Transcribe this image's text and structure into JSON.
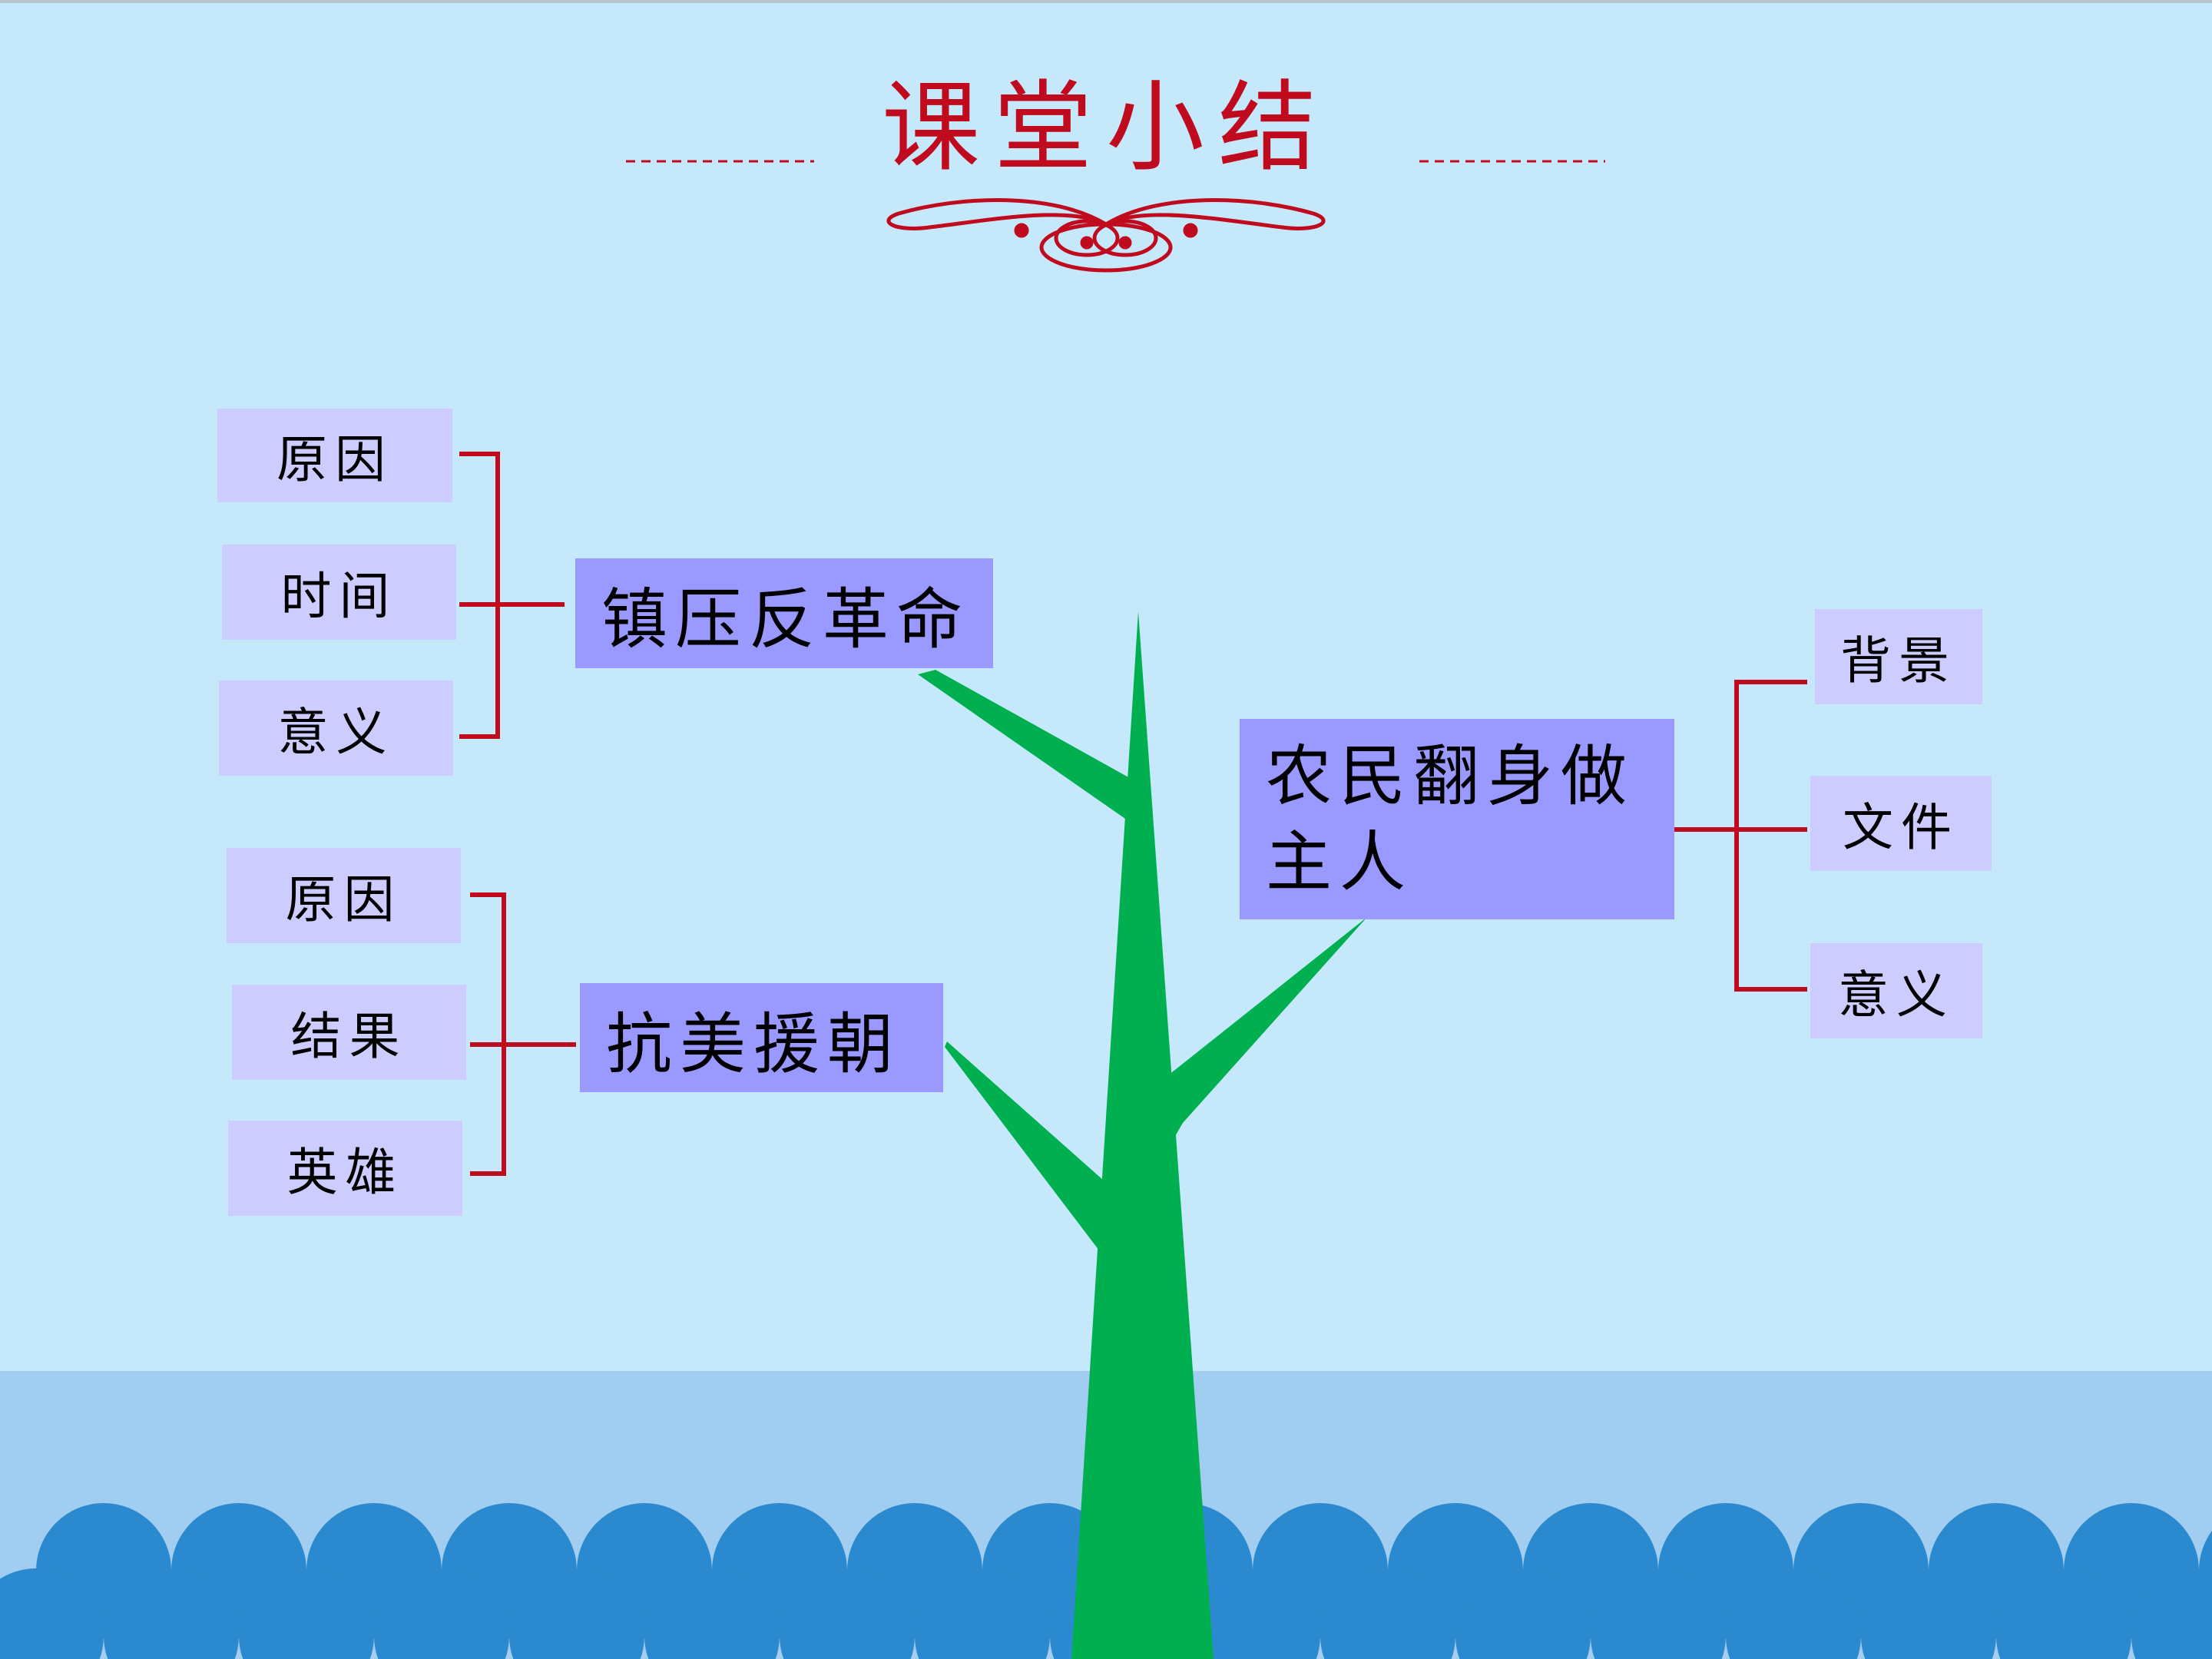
{
  "title": "课堂小结",
  "colors": {
    "background": "#c5e9fb",
    "water": "#a0cdf0",
    "waves": "#2b8acf",
    "tree": "#00b050",
    "title": "#c00a1d",
    "bracket": "#c00a1d",
    "leaf_box": "#ccccff",
    "main_box": "#9999ff"
  },
  "branches": [
    {
      "topic": "镇压反革命",
      "items": [
        "原因",
        "时间",
        "意义"
      ]
    },
    {
      "topic": "抗美援朝",
      "items": [
        "原因",
        "结果",
        "英雄"
      ]
    },
    {
      "topic": "农民翻身做主人",
      "items": [
        "背景",
        "文件",
        "意义"
      ]
    }
  ]
}
